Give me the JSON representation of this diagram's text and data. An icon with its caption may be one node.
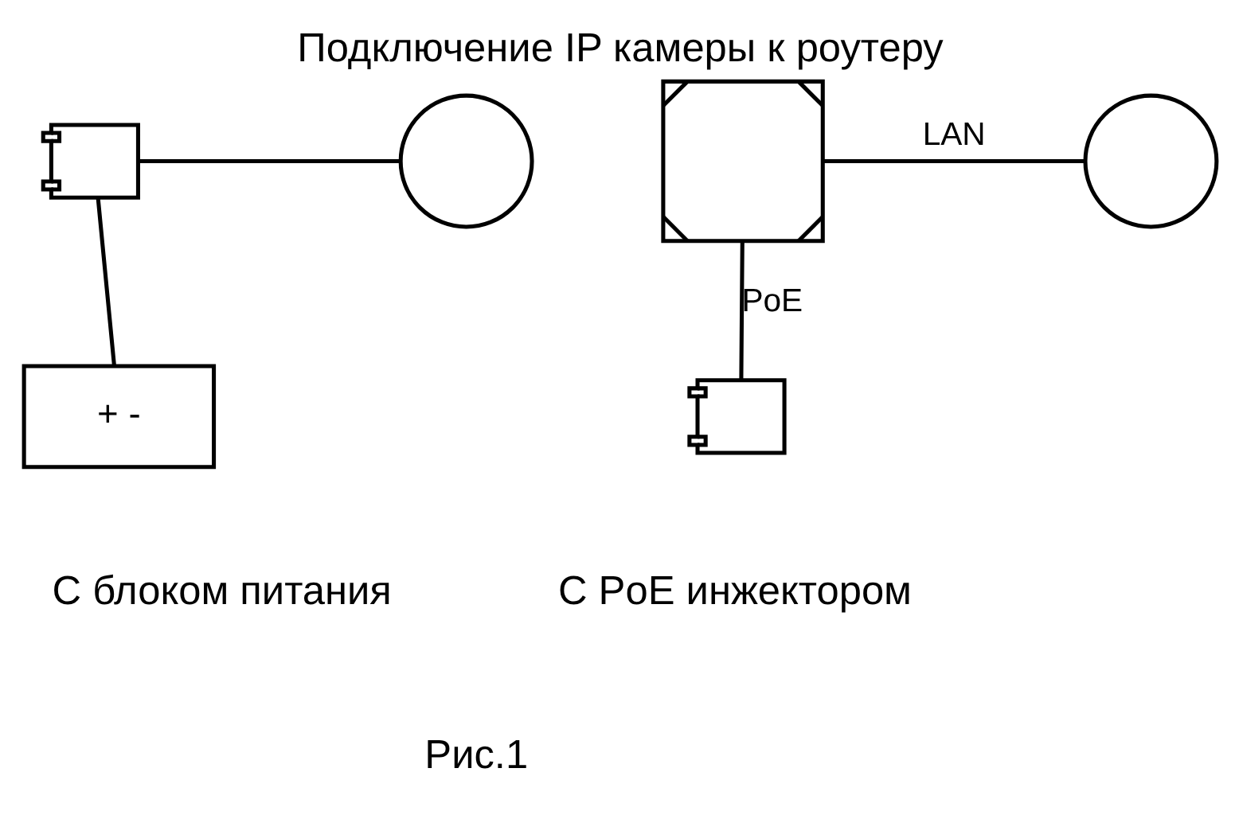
{
  "diagram": {
    "title": "Подключение IP камеры к роутеру",
    "nodes": [
      {
        "text": [],
        "shape": "camera"
      },
      {
        "text": [],
        "shape": "circle"
      },
      {
        "text": [
          "+ -"
        ]
      },
      {
        "text": [],
        "shape": "box"
      },
      {
        "text": [],
        "shape": "circle"
      },
      {
        "text": [],
        "shape": "camera"
      }
    ],
    "edges": [
      {
        "from": 0,
        "to": 1,
        "arrow": "none"
      },
      {
        "from": 0,
        "to": 2,
        "arrow": "none"
      },
      {
        "from": 3,
        "to": 4,
        "arrow": "none",
        "label": "LAN"
      },
      {
        "from": 3,
        "to": 5,
        "arrow": "none",
        "label": "PoE"
      }
    ],
    "labels": [
      "С блоком питания",
      "С PoE инжектором",
      "Рис.1"
    ]
  }
}
